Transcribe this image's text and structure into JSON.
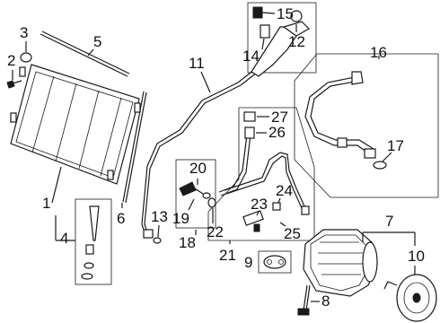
{
  "callouts": {
    "n1": "1",
    "n2": "2",
    "n3": "3",
    "n4": "4",
    "n5": "5",
    "n6": "6",
    "n7": "7",
    "n8": "8",
    "n9": "9",
    "n10": "10",
    "n11": "11",
    "n12": "12",
    "n13": "13",
    "n14": "14",
    "n15": "15",
    "n16": "16",
    "n17": "17",
    "n18": "18",
    "n19": "19",
    "n20": "20",
    "n21": "21",
    "n22": "22",
    "n23": "23",
    "n24": "24",
    "n25": "25",
    "n26": "26",
    "n27": "27"
  }
}
